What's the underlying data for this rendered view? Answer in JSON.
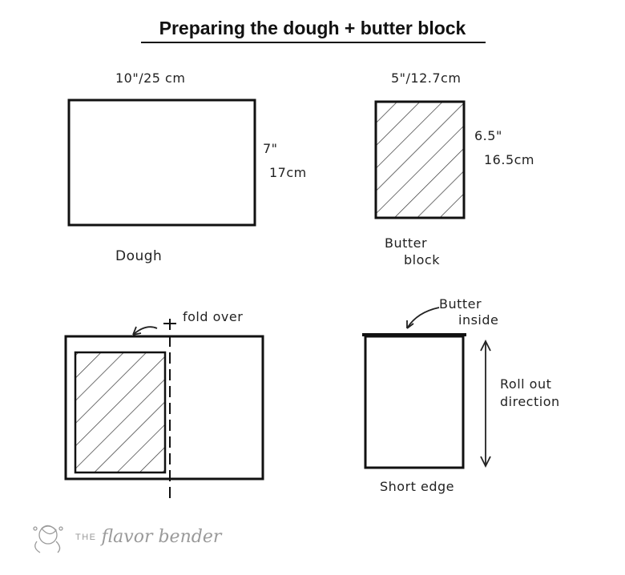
{
  "title": "Preparing the dough + butter block",
  "dough": {
    "width_label": "10\"/25 cm",
    "height_label_top": "7\"",
    "height_label_bottom": "17cm",
    "caption": "Dough"
  },
  "butter": {
    "width_label": "5\"/12.7cm",
    "height_label_top": "6.5\"",
    "height_label_bottom": "16.5cm",
    "caption_line1": "Butter",
    "caption_line2": "block"
  },
  "fold": {
    "label": "fold over"
  },
  "roll": {
    "top_label_line1": "Butter",
    "top_label_line2": "inside",
    "direction_line1": "Roll out",
    "direction_line2": "direction",
    "bottom_label": "Short edge"
  },
  "logo": {
    "prefix": "THE",
    "name": "flavor bender",
    "icon": "flavor-bender-leaf-icon"
  }
}
